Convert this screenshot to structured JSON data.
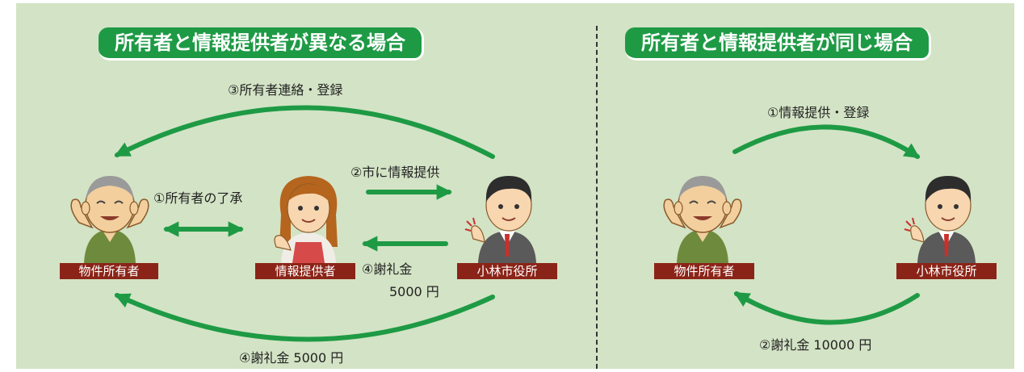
{
  "left_panel": {
    "title": "所有者と情報提供者が異なる場合",
    "labels": {
      "step3": "③所有者連絡・登録",
      "step2": "②市に情報提供",
      "step1": "①所有者の了承",
      "step4_small_line1": "④謝礼金",
      "step4_small_line2": "5000 円",
      "step4_bottom": "④謝礼金 5000 円"
    },
    "tags": {
      "owner": "物件所有者",
      "provider": "情報提供者",
      "city": "小林市役所"
    }
  },
  "right_panel": {
    "title": "所有者と情報提供者が同じ場合",
    "labels": {
      "step1": "①情報提供・登録",
      "step2": "②謝礼金 10000 円"
    },
    "tags": {
      "owner": "物件所有者",
      "city": "小林市役所"
    }
  },
  "colors": {
    "background": "#d3e3c5",
    "title_bg": "#1e9a45",
    "arrow": "#1e9a45",
    "tag_bg": "#8b2418"
  }
}
